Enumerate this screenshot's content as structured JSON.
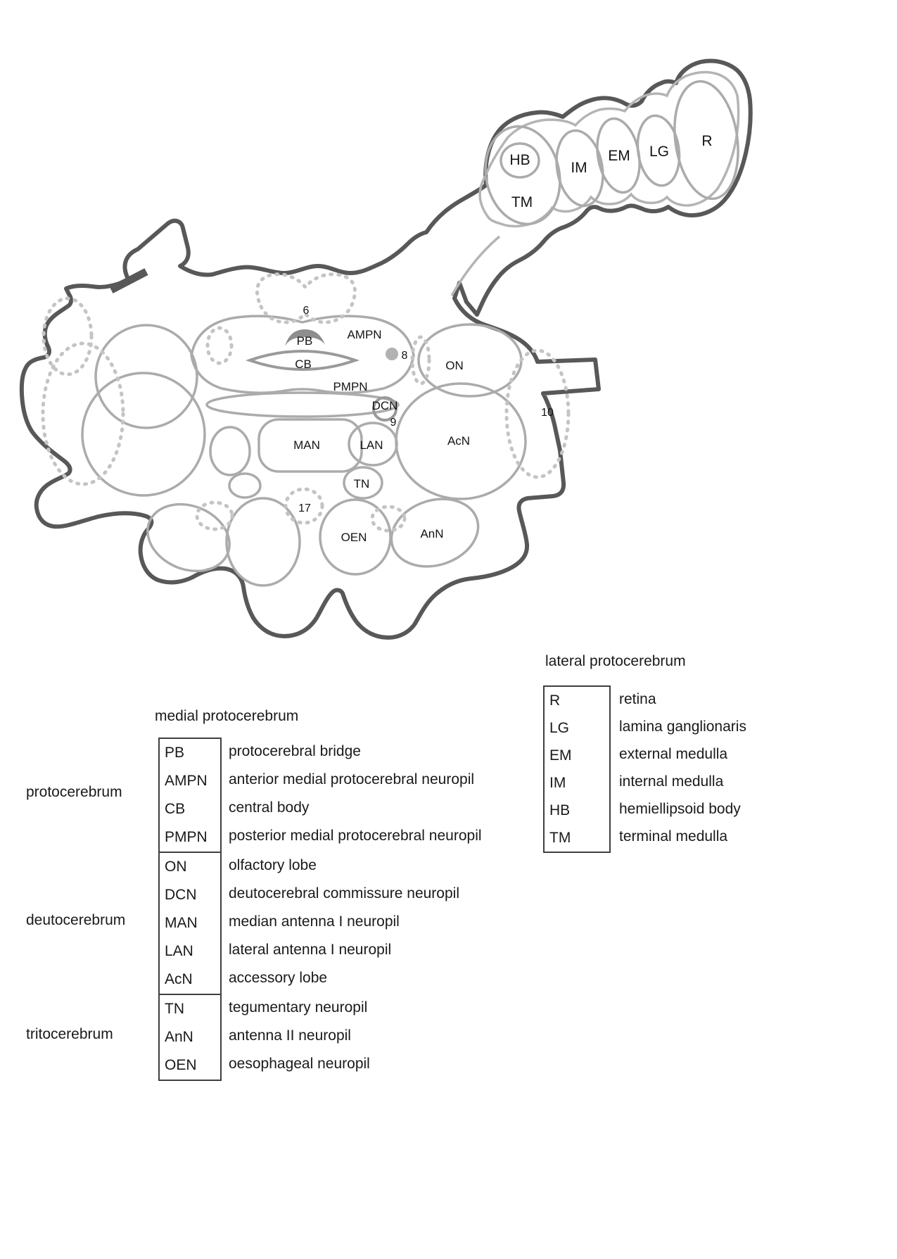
{
  "diagram": {
    "labels": {
      "hb": "HB",
      "tm": "TM",
      "im": "IM",
      "em": "EM",
      "lg": "LG",
      "r": "R",
      "n6": "6",
      "pb": "PB",
      "ampn": "AMPN",
      "cb": "CB",
      "n8": "8",
      "on": "ON",
      "pmpn": "PMPN",
      "dcn": "DCN",
      "n9": "9",
      "n10": "10",
      "man": "MAN",
      "lan": "LAN",
      "acn": "AcN",
      "tn": "TN",
      "n17": "17",
      "oen": "OEN",
      "ann": "AnN"
    },
    "colors": {
      "outline_dark": "#585858",
      "structure_gray": "#ababab",
      "dotted_gray": "#c4c4c4",
      "shaded_gray": "#8d8d8d"
    }
  },
  "legend": {
    "lateral": {
      "title": "lateral protocerebrum",
      "entries": [
        {
          "abbr": "R",
          "desc": "retina"
        },
        {
          "abbr": "LG",
          "desc": "lamina ganglionaris"
        },
        {
          "abbr": "EM",
          "desc": "external medulla"
        },
        {
          "abbr": "IM",
          "desc": "internal medulla"
        },
        {
          "abbr": "HB",
          "desc": "hemiellipsoid body"
        },
        {
          "abbr": "TM",
          "desc": "terminal medulla"
        }
      ]
    },
    "medial_title": "medial protocerebrum",
    "groups": [
      {
        "name": "protocerebrum",
        "entries": [
          {
            "abbr": "PB",
            "desc": "protocerebral bridge"
          },
          {
            "abbr": "AMPN",
            "desc": "anterior medial protocerebral neuropil"
          },
          {
            "abbr": "CB",
            "desc": "central body"
          },
          {
            "abbr": "PMPN",
            "desc": "posterior medial protocerebral neuropil"
          }
        ]
      },
      {
        "name": "deutocerebrum",
        "entries": [
          {
            "abbr": "ON",
            "desc": "olfactory lobe"
          },
          {
            "abbr": "DCN",
            "desc": "deutocerebral commissure neuropil"
          },
          {
            "abbr": "MAN",
            "desc": "median antenna I neuropil"
          },
          {
            "abbr": "LAN",
            "desc": "lateral antenna I neuropil"
          },
          {
            "abbr": "AcN",
            "desc": "accessory lobe"
          }
        ]
      },
      {
        "name": "tritocerebrum",
        "entries": [
          {
            "abbr": "TN",
            "desc": "tegumentary neuropil"
          },
          {
            "abbr": "AnN",
            "desc": "antenna II neuropil"
          },
          {
            "abbr": "OEN",
            "desc": "oesophageal neuropil"
          }
        ]
      }
    ]
  }
}
